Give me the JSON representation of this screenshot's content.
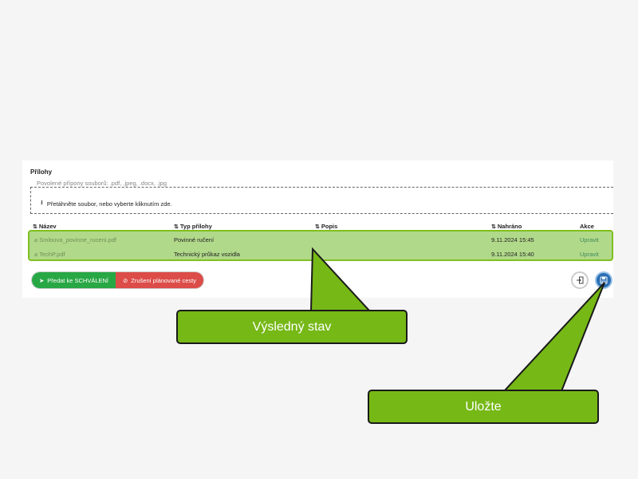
{
  "attachments": {
    "title": "Přílohy",
    "allowed_types": "Povolené přípony souborů: .pdf, .jpeg, .docx, .jpg",
    "dropzone_text": "Přetáhněte soubor, nebo vyberte kliknutím zde.",
    "columns": [
      "Název",
      "Typ přílohy",
      "Popis",
      "Nahráno",
      "Akce"
    ],
    "rows": [
      {
        "name": "Smlouva_povinne_ruceni.pdf",
        "type": "Povinné ručení",
        "description": "",
        "uploaded": "9.11.2024 15:45",
        "action": "Upravit"
      },
      {
        "name": "TechP.pdf",
        "type": "Technický průkaz vozidla",
        "description": "",
        "uploaded": "9.11.2024 15:40",
        "action": "Upravit"
      }
    ]
  },
  "buttons": {
    "submit": "Předat ke SCHVÁLENÍ",
    "cancel": "Zrušení plánované cesty"
  },
  "callouts": {
    "result": "Výsledný stav",
    "save": "Uložte"
  },
  "icons": {
    "sort": "sort-icon",
    "upload": "upload-icon",
    "paperclip": "paperclip-icon",
    "send": "send-icon",
    "ban": "ban-icon",
    "exit": "exit-icon",
    "save": "floppy-disk-icon"
  },
  "colors": {
    "highlight": "#b1d98a",
    "highlight_border": "#7fc021",
    "callout": "#76b816",
    "submit": "#28a745",
    "cancel": "#dc4c48",
    "save": "#2b6fb3"
  }
}
